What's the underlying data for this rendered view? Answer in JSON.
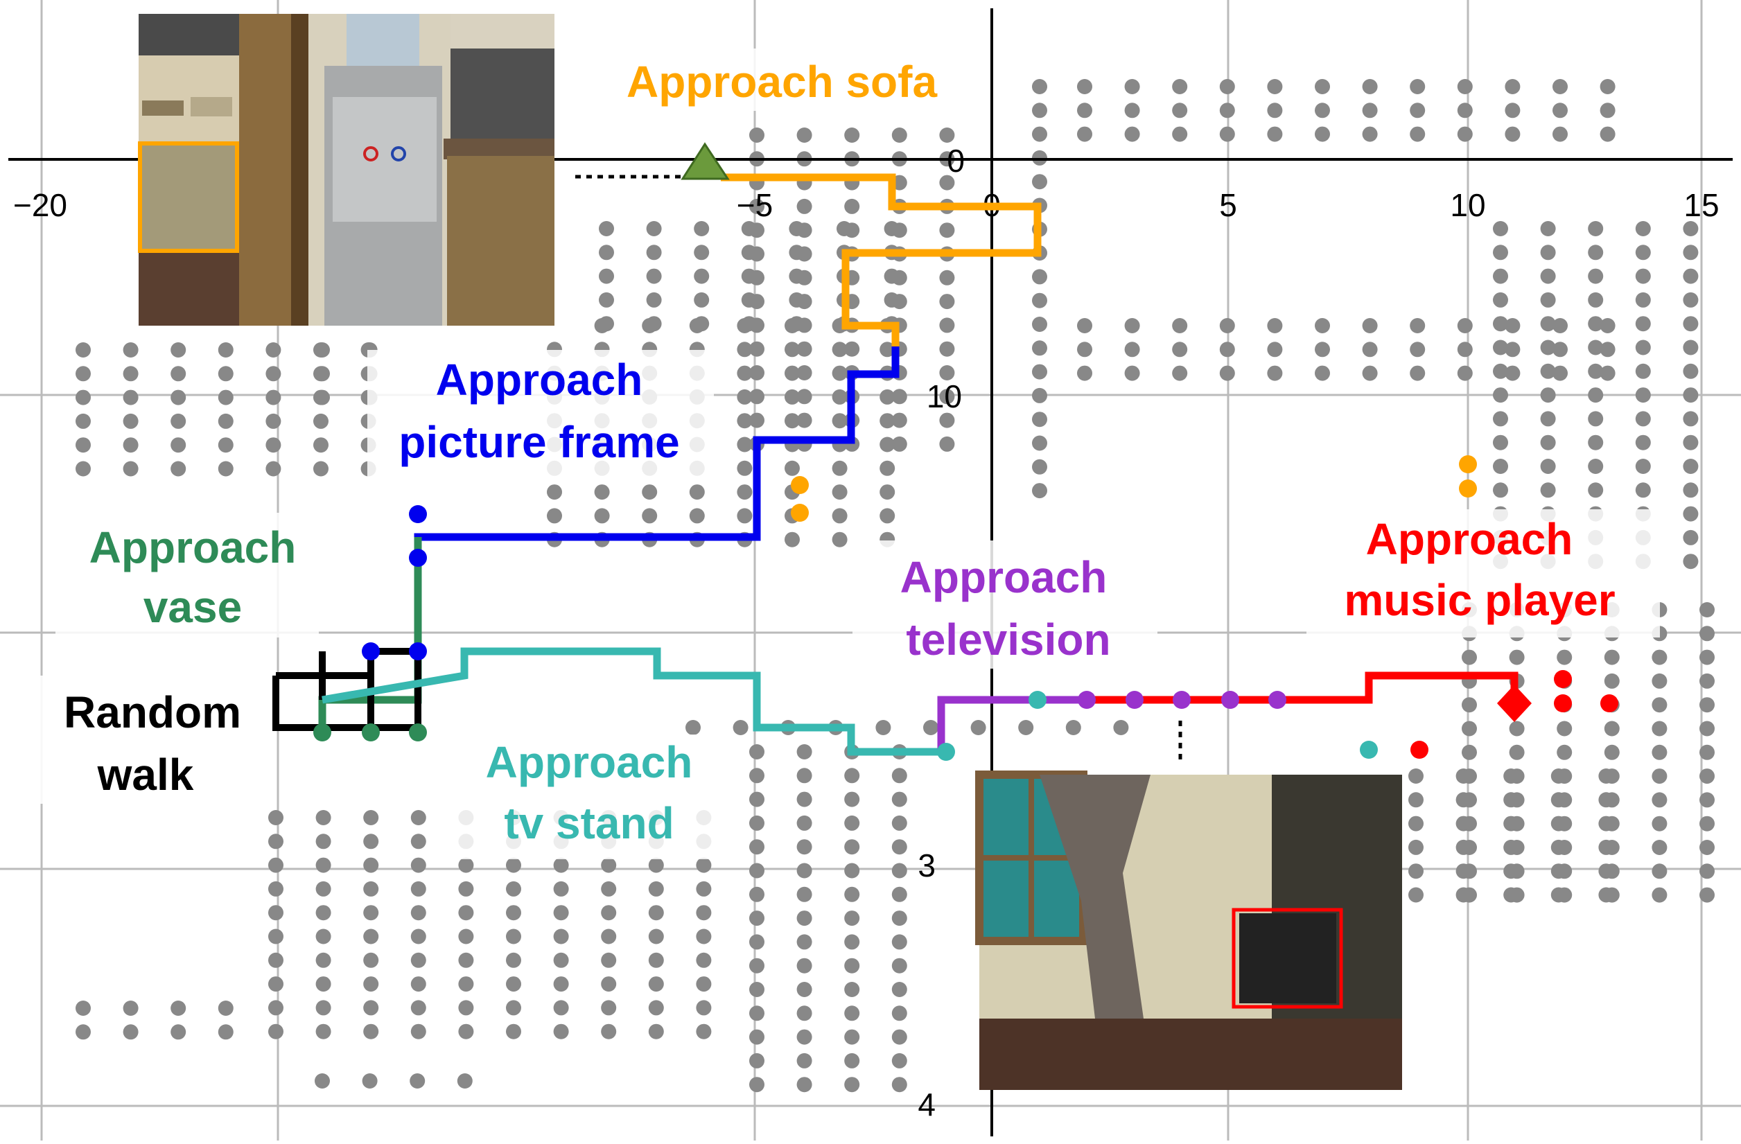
{
  "colors": {
    "grid": "#bbbbbb",
    "free_dot": "#888888",
    "sofa": "#ffa500",
    "picture_frame": "#0000ee",
    "vase": "#2e8b57",
    "tv_stand": "#38b8b0",
    "television": "#9932cc",
    "music_player": "#ff0000",
    "random_walk": "#000000",
    "start_marker": "#6b9a3c"
  },
  "axes": {
    "x_ticks": [
      "−20",
      "−5",
      "0",
      "5",
      "10",
      "15"
    ],
    "y_ticks": [
      "0",
      "10",
      "3",
      "4"
    ]
  },
  "labels": {
    "sofa": "Approach sofa",
    "picture_frame_1": "Approach",
    "picture_frame_2": "picture frame",
    "vase_1": "Approach",
    "vase_2": "vase",
    "random_walk_1": "Random",
    "random_walk_2": "walk",
    "tv_stand_1": "Approach",
    "tv_stand_2": "tv stand",
    "television_1": "Approach",
    "television_2": "television",
    "music_player_1": "Approach",
    "music_player_2": "music player"
  },
  "chart_data": {
    "type": "scatter",
    "series": [
      {
        "name": "Approach sofa",
        "color": "sofa"
      },
      {
        "name": "Approach picture frame",
        "color": "picture_frame"
      },
      {
        "name": "Approach vase",
        "color": "vase"
      },
      {
        "name": "Random walk",
        "color": "random_walk"
      },
      {
        "name": "Approach tv stand",
        "color": "tv_stand"
      },
      {
        "name": "Approach television",
        "color": "television"
      },
      {
        "name": "Approach music player",
        "color": "music_player"
      }
    ]
  },
  "images": {
    "top_left": "egocentric view of a hallway with a water cooler; orange box around the sofa",
    "bottom_right": "egocentric view of a room with a window and curtain; red box around the music player"
  }
}
